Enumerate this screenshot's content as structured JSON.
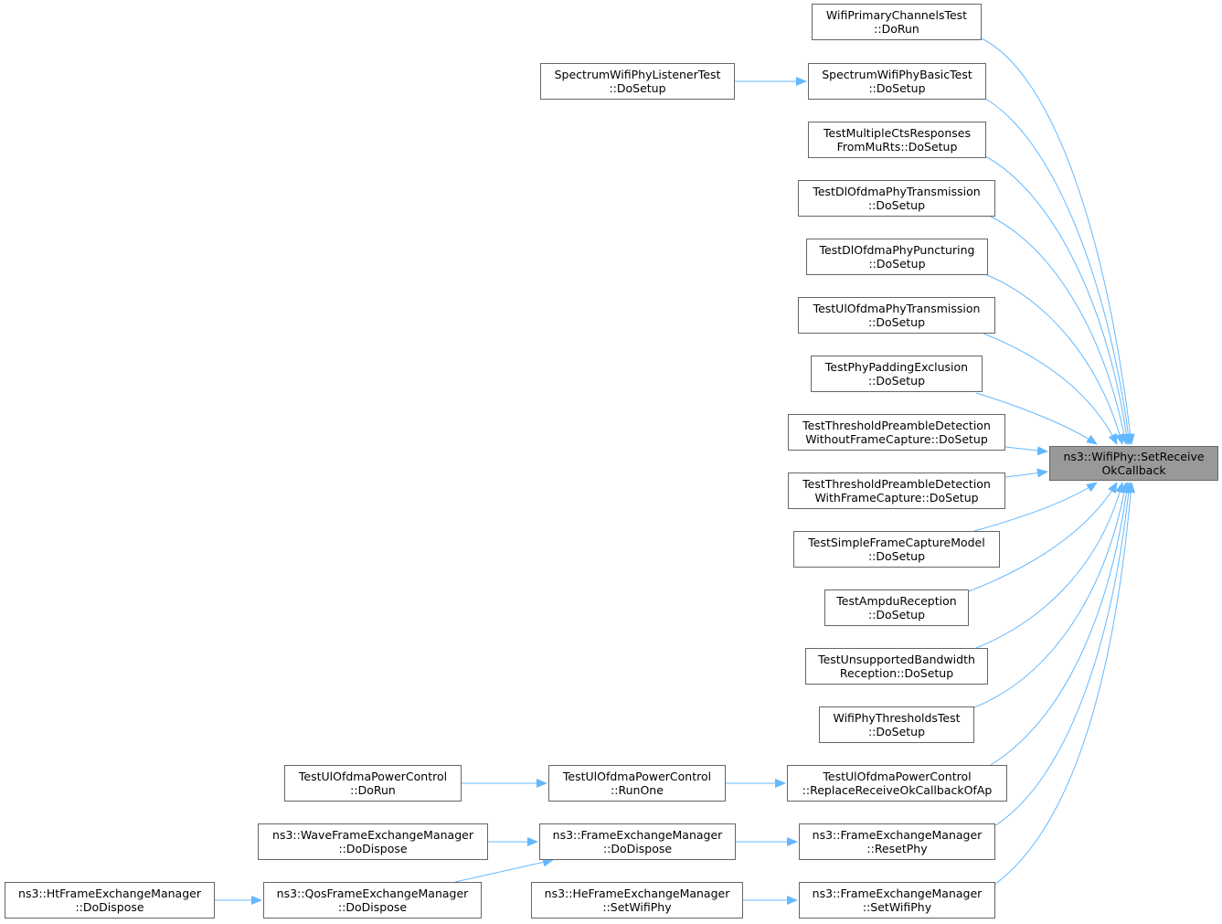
{
  "graph": {
    "edge_color": "#63b8ff",
    "focus_fill": "#999999",
    "node_border": "#666666",
    "target": {
      "line1": "ns3::WifiPhy::SetReceive",
      "line2": "OkCallback"
    },
    "nodes": {
      "n_primary": {
        "line1": "WifiPrimaryChannelsTest",
        "line2": "::DoRun"
      },
      "n_listener": {
        "line1": "SpectrumWifiPhyListenerTest",
        "line2": "::DoSetup"
      },
      "n_basic": {
        "line1": "SpectrumWifiPhyBasicTest",
        "line2": "::DoSetup"
      },
      "n_multicts": {
        "line1": "TestMultipleCtsResponses",
        "line2": "FromMuRts::DoSetup"
      },
      "n_dltx": {
        "line1": "TestDlOfdmaPhyTransmission",
        "line2": "::DoSetup"
      },
      "n_dlpunct": {
        "line1": "TestDlOfdmaPhyPuncturing",
        "line2": "::DoSetup"
      },
      "n_ultx": {
        "line1": "TestUlOfdmaPhyTransmission",
        "line2": "::DoSetup"
      },
      "n_padding": {
        "line1": "TestPhyPaddingExclusion",
        "line2": "::DoSetup"
      },
      "n_thr_without": {
        "line1": "TestThresholdPreambleDetection",
        "line2": "WithoutFrameCapture::DoSetup"
      },
      "n_thr_with": {
        "line1": "TestThresholdPreambleDetection",
        "line2": "WithFrameCapture::DoSetup"
      },
      "n_simplecap": {
        "line1": "TestSimpleFrameCaptureModel",
        "line2": "::DoSetup"
      },
      "n_ampdu": {
        "line1": "TestAmpduReception",
        "line2": "::DoSetup"
      },
      "n_unsupported": {
        "line1": "TestUnsupportedBandwidth",
        "line2": "Reception::DoSetup"
      },
      "n_thresholds": {
        "line1": "WifiPhyThresholdsTest",
        "line2": "::DoSetup"
      },
      "n_pc_run": {
        "line1": "TestUlOfdmaPowerControl",
        "line2": "::DoRun"
      },
      "n_pc_runone": {
        "line1": "TestUlOfdmaPowerControl",
        "line2": "::RunOne"
      },
      "n_pc_replace": {
        "line1": "TestUlOfdmaPowerControl",
        "line2": "::ReplaceReceiveOkCallbackOfAp"
      },
      "n_wave": {
        "line1": "ns3::WaveFrameExchangeManager",
        "line2": "::DoDispose"
      },
      "n_fem_dispose": {
        "line1": "ns3::FrameExchangeManager",
        "line2": "::DoDispose"
      },
      "n_fem_reset": {
        "line1": "ns3::FrameExchangeManager",
        "line2": "::ResetPhy"
      },
      "n_ht": {
        "line1": "ns3::HtFrameExchangeManager",
        "line2": "::DoDispose"
      },
      "n_qos": {
        "line1": "ns3::QosFrameExchangeManager",
        "line2": "::DoDispose"
      },
      "n_he": {
        "line1": "ns3::HeFrameExchangeManager",
        "line2": "::SetWifiPhy"
      },
      "n_fem_setphy": {
        "line1": "ns3::FrameExchangeManager",
        "line2": "::SetWifiPhy"
      }
    }
  }
}
